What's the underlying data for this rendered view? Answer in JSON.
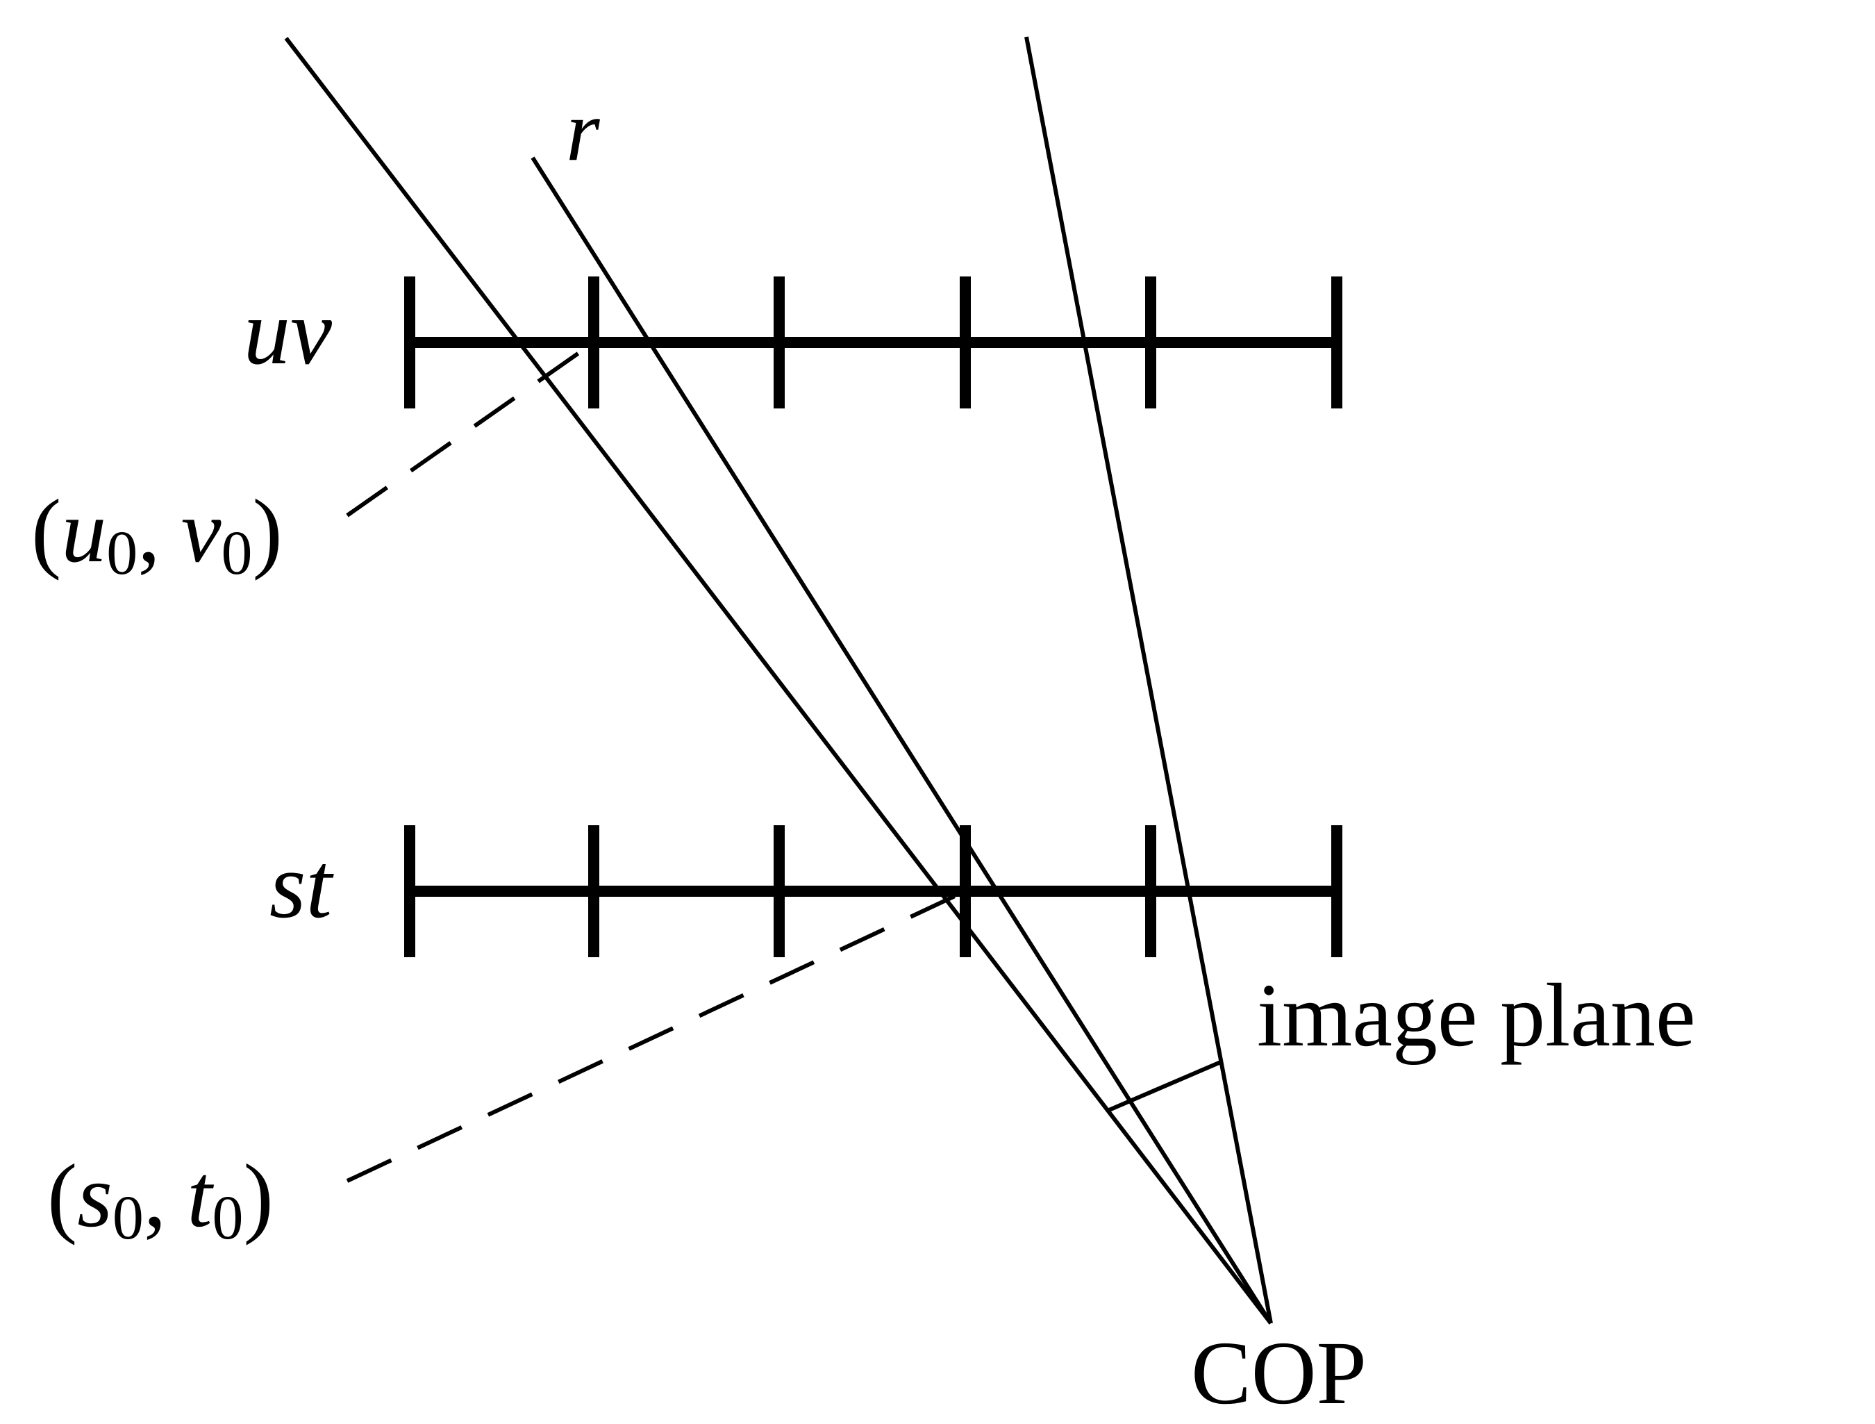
{
  "labels": {
    "ray": "r",
    "uv_plane": "uv",
    "st_plane": "st",
    "uv_point": {
      "open": "(",
      "u": "u",
      "u_sub": "0",
      "sep": ",",
      "v": "v",
      "v_sub": "0",
      "close": ")"
    },
    "st_point": {
      "open": "(",
      "s": "s",
      "s_sub": "0",
      "sep": ",",
      "t": "t",
      "t_sub": "0",
      "close": ")"
    },
    "image_plane": "image plane",
    "cop": "COP"
  },
  "colors": {
    "ink": "#000000",
    "background": "#ffffff"
  }
}
